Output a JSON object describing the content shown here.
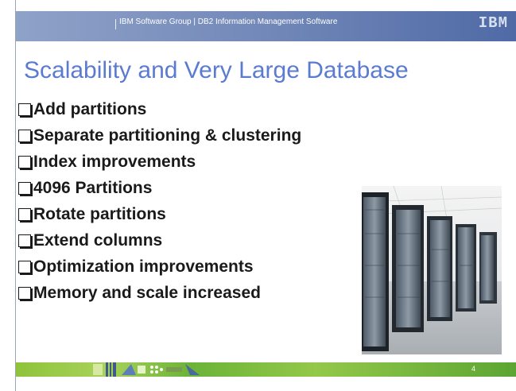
{
  "header": {
    "text": "IBM Software Group  |  DB2 Information Management Software",
    "logo": "IBM"
  },
  "title": "Scalability and Very Large Database",
  "bullets": [
    "Add partitions",
    "Separate partitioning & clustering",
    "Index improvements",
    "4096 Partitions",
    "Rotate partitions",
    "Extend columns",
    "Optimization improvements",
    "Memory and scale increased"
  ],
  "footer": {
    "page_number": "4"
  },
  "colors": {
    "title": "#5b7bd1",
    "header_bar": "#6f86b8",
    "footer_bar": "#8ec33b"
  }
}
